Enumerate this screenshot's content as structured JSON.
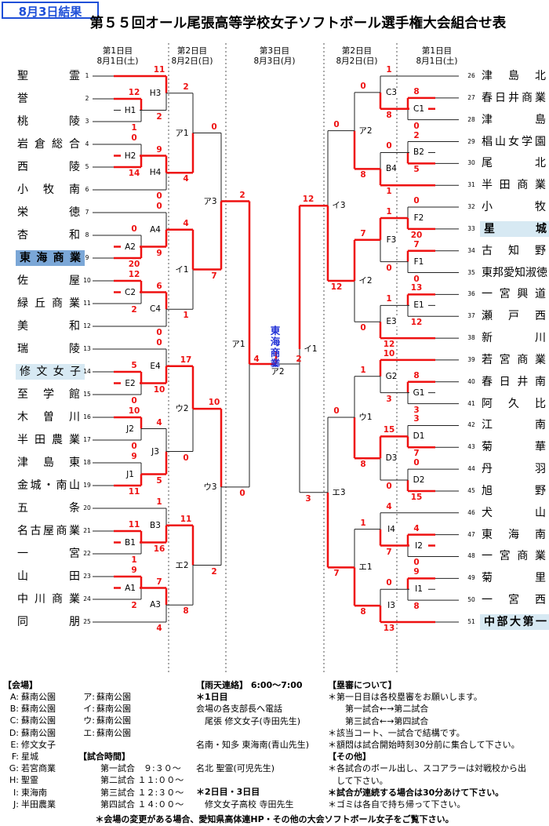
{
  "badge": "8月3日結果",
  "title": "第５５回オール尾張高等学校女子ソフトボール選手権大会組合せ表",
  "headers": {
    "l1": {
      "day": "第1日目",
      "date": "8月1日(土)"
    },
    "l2": {
      "day": "第2日目",
      "date": "8月2日(日)"
    },
    "c3": {
      "day": "第3日目",
      "date": "8月3日(月)"
    },
    "r2": {
      "day": "第2日目",
      "date": "8月2日(日)"
    },
    "r1": {
      "day": "第1日目",
      "date": "8月1日(土)"
    }
  },
  "champion": "東海商業",
  "left_teams": [
    {
      "seed": "1",
      "name": "聖霊"
    },
    {
      "seed": "2",
      "name": "誉"
    },
    {
      "seed": "3",
      "name": "桃陵"
    },
    {
      "seed": "4",
      "name": "岩倉総合"
    },
    {
      "seed": "5",
      "name": "西陵"
    },
    {
      "seed": "6",
      "name": "小牧南"
    },
    {
      "seed": "7",
      "name": "栄徳"
    },
    {
      "seed": "8",
      "name": "杏和"
    },
    {
      "seed": "9",
      "name": "東海商業"
    },
    {
      "seed": "10",
      "name": "佐屋"
    },
    {
      "seed": "11",
      "name": "緑丘商業"
    },
    {
      "seed": "12",
      "name": "美和"
    },
    {
      "seed": "13",
      "name": "瑞陵"
    },
    {
      "seed": "14",
      "name": "修文女子"
    },
    {
      "seed": "15",
      "name": "至学館"
    },
    {
      "seed": "16",
      "name": "木曽川"
    },
    {
      "seed": "17",
      "name": "半田農業"
    },
    {
      "seed": "18",
      "name": "津島東"
    },
    {
      "seed": "19",
      "name": "金城・南山"
    },
    {
      "seed": "20",
      "name": "五条"
    },
    {
      "seed": "21",
      "name": "名古屋商業"
    },
    {
      "seed": "22",
      "name": "一宮"
    },
    {
      "seed": "23",
      "name": "山田"
    },
    {
      "seed": "24",
      "name": "中川商業"
    },
    {
      "seed": "25",
      "name": "同朋"
    }
  ],
  "right_teams": [
    {
      "seed": "26",
      "name": "津島北"
    },
    {
      "seed": "27",
      "name": "春日井商業"
    },
    {
      "seed": "28",
      "name": "津島"
    },
    {
      "seed": "29",
      "name": "椙山女学園"
    },
    {
      "seed": "30",
      "name": "尾北"
    },
    {
      "seed": "31",
      "name": "半田商業"
    },
    {
      "seed": "32",
      "name": "小牧"
    },
    {
      "seed": "33",
      "name": "星城"
    },
    {
      "seed": "34",
      "name": "古知野"
    },
    {
      "seed": "35",
      "name": "東邦愛知淑徳"
    },
    {
      "seed": "36",
      "name": "一宮興道"
    },
    {
      "seed": "37",
      "name": "瀬戸西"
    },
    {
      "seed": "38",
      "name": "新川"
    },
    {
      "seed": "39",
      "name": "若宮商業"
    },
    {
      "seed": "40",
      "name": "春日井南"
    },
    {
      "seed": "41",
      "name": "阿久比"
    },
    {
      "seed": "42",
      "name": "江南"
    },
    {
      "seed": "43",
      "name": "菊華"
    },
    {
      "seed": "44",
      "name": "丹羽"
    },
    {
      "seed": "45",
      "name": "旭野"
    },
    {
      "seed": "46",
      "name": "犬山"
    },
    {
      "seed": "47",
      "name": "東海南"
    },
    {
      "seed": "48",
      "name": "一宮商業"
    },
    {
      "seed": "49",
      "name": "菊里"
    },
    {
      "seed": "50",
      "name": "一宮西"
    },
    {
      "seed": "51",
      "name": "中部大第一"
    }
  ],
  "left_matches": {
    "H1": {
      "label": "H1",
      "top": "12",
      "bottom": "1"
    },
    "H3": {
      "label": "H3",
      "top": "11",
      "bottom": "2"
    },
    "H2": {
      "label": "H2",
      "top": "0",
      "bottom": "14"
    },
    "H4": {
      "label": "H4",
      "top": "9",
      "bottom": "0"
    },
    "A2": {
      "label": "A2",
      "top": "0",
      "bottom": "20"
    },
    "A4": {
      "label": "A4",
      "top": "0",
      "bottom": "9"
    },
    "C2": {
      "label": "C2",
      "top": "12",
      "bottom": "2"
    },
    "C4": {
      "label": "C4",
      "top": "6",
      "bottom": "0"
    },
    "E2": {
      "label": "E2",
      "top": "5",
      "bottom": "0"
    },
    "E4": {
      "label": "E4",
      "top": "0",
      "bottom": "10"
    },
    "J2": {
      "label": "J2",
      "top": "10",
      "bottom": "0"
    },
    "J1": {
      "label": "J1",
      "top": "9",
      "bottom": "11"
    },
    "J3": {
      "label": "J3",
      "top": "4",
      "bottom": "5"
    },
    "B1": {
      "label": "B1",
      "top": "11",
      "bottom": "1"
    },
    "B3": {
      "label": "B3",
      "top": "1",
      "bottom": "16"
    },
    "A1": {
      "label": "A1",
      "top": "9",
      "bottom": "2"
    },
    "A3": {
      "label": "A3",
      "top": "7",
      "bottom": "4"
    },
    "a1": {
      "label": "ア1",
      "top": "2",
      "bottom": "4"
    },
    "i1": {
      "label": "イ1",
      "top": "4",
      "bottom": "1"
    },
    "u2": {
      "label": "ウ2",
      "top": "17",
      "bottom": "0"
    },
    "e2": {
      "label": "エ2",
      "top": "11",
      "bottom": "8"
    },
    "a3": {
      "label": "ア3",
      "top": "0",
      "bottom": "7"
    },
    "u3": {
      "label": "ウ3",
      "top": "10",
      "bottom": "2"
    },
    "A1f": {
      "label": "ア1",
      "top": "2",
      "bottom": "0"
    }
  },
  "right_matches": {
    "C1": {
      "label": "C1",
      "top": "8",
      "bottom": "0"
    },
    "C3": {
      "label": "C3",
      "top": "1",
      "bottom": "8"
    },
    "B2": {
      "label": "B2",
      "top": "2",
      "bottom": "5"
    },
    "B4": {
      "label": "B4",
      "top": "0",
      "bottom": "1"
    },
    "F2": {
      "label": "F2",
      "top": "0",
      "bottom": "20"
    },
    "F1": {
      "label": "F1",
      "top": "7",
      "bottom": "0"
    },
    "F3": {
      "label": "F3",
      "top": "1",
      "bottom": "0"
    },
    "E1": {
      "label": "E1",
      "top": "13",
      "bottom": "12"
    },
    "E3": {
      "label": "E3",
      "top": "1",
      "bottom": "12"
    },
    "G1": {
      "label": "G1",
      "top": "8",
      "bottom": "3"
    },
    "G2": {
      "label": "G2",
      "top": "10",
      "bottom": "3"
    },
    "D1": {
      "label": "D1",
      "top": "3",
      "bottom": "7"
    },
    "D2": {
      "label": "D2",
      "top": "0",
      "bottom": "15"
    },
    "D3": {
      "label": "D3",
      "top": "15",
      "bottom": "0"
    },
    "I2": {
      "label": "I2",
      "top": "4",
      "bottom": "0"
    },
    "I4": {
      "label": "I4",
      "top": "4",
      "bottom": "7"
    },
    "I1": {
      "label": "I1",
      "top": "9",
      "bottom": "8"
    },
    "I3": {
      "label": "I3",
      "top": "0",
      "bottom": "13"
    },
    "a2": {
      "label": "ア2",
      "top": "0",
      "bottom": "8"
    },
    "i2": {
      "label": "イ2",
      "top": "7",
      "bottom": "0"
    },
    "u1": {
      "label": "ウ1",
      "top": "1",
      "bottom": "8"
    },
    "e1": {
      "label": "エ1",
      "top": "1",
      "bottom": "8"
    },
    "i3": {
      "label": "イ3",
      "top": "0",
      "bottom": "12"
    },
    "e3": {
      "label": "エ3",
      "top": "0",
      "bottom": "7"
    },
    "i1f": {
      "label": "イ1",
      "top": "12",
      "bottom": "3"
    }
  },
  "final": {
    "label": "ア2",
    "left": "4",
    "right": "2"
  },
  "notes_venue": {
    "heading": "【会場】",
    "rows": [
      {
        "k": "A:",
        "v": "蘇南公園",
        "k2": "ア:",
        "v2": "蘇南公園"
      },
      {
        "k": "B:",
        "v": "蘇南公園",
        "k2": "イ:",
        "v2": "蘇南公園"
      },
      {
        "k": "C:",
        "v": "蘇南公園",
        "k2": "ウ:",
        "v2": "蘇南公園"
      },
      {
        "k": "D:",
        "v": "蘇南公園",
        "k2": "エ:",
        "v2": "蘇南公園"
      },
      {
        "k": "E:",
        "v": "修文女子",
        "k2": "",
        "v2": ""
      },
      {
        "k": "F:",
        "v": "星城",
        "k2": "",
        "v2": ""
      },
      {
        "k": "G:",
        "v": "若宮商業",
        "k2": "",
        "v2": ""
      },
      {
        "k": "H:",
        "v": "聖霊",
        "k2": "",
        "v2": ""
      },
      {
        "k": "I:",
        "v": "東海南",
        "k2": "",
        "v2": ""
      },
      {
        "k": "J:",
        "v": "半田農業",
        "k2": "",
        "v2": ""
      }
    ],
    "time_heading": "【試合時間】",
    "times": [
      "第一試合　９:３０～",
      "第二試合 １１:００～",
      "第三試合 １２:３０～",
      "第四試合 １４:００～"
    ]
  },
  "notes_rain": {
    "heading": "【雨天連絡】 6:00～7:00",
    "lines": [
      "＊1日目",
      "会場の各支部長へ電話",
      "　尾張  修文女子(寺田先生)",
      "",
      "名南・知多  東海南(青山先生)",
      "",
      "名北  聖霊(可児先生)",
      "＊2日目・3日目",
      "　修文女子高校  寺田先生"
    ]
  },
  "notes_ump": {
    "heading": "【塁審について】",
    "lines": [
      "＊第一日目は各校塁審をお願いします。",
      "　　第一試合←→第二試合",
      "　　第三試合←→第四試合",
      "＊該当コート、一試合で結構です。",
      "＊額悶は試合開始時刻30分前に集合して下さい。"
    ],
    "other_heading": "【その他】",
    "other_lines": [
      "＊各試合のボール出し、スコアラーは対戦校から出",
      "　して下さい。",
      "＊試合が連続する場合は30分あけて下さい。",
      "＊ゴミは各自で持ち帰って下さい。"
    ]
  },
  "footer": "＊会場の変更がある場合、愛知県高体連HP・その他の大会ソフトボール女子をご覧下さい。"
}
